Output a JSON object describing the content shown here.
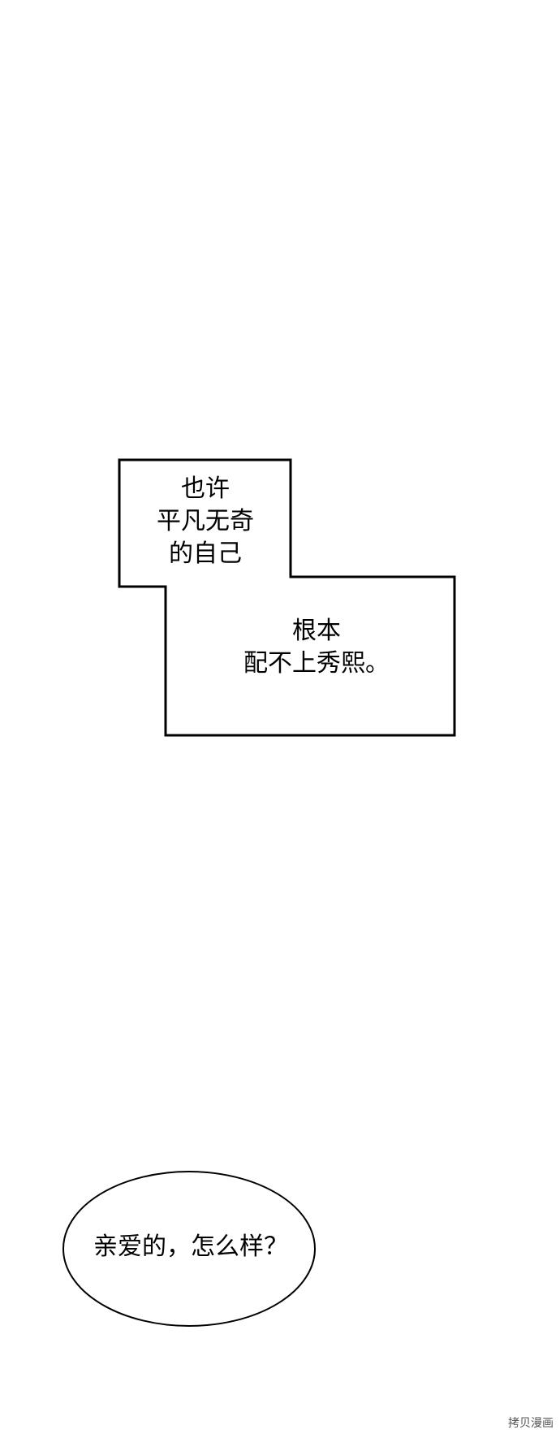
{
  "caption_box": {
    "first_text": "也许\n平凡无奇\n的自己",
    "second_text": "根本\n配不上秀熙。"
  },
  "speech_bubble": {
    "text": "亲爱的，怎么样？"
  },
  "watermark": {
    "text": "拷贝漫画"
  }
}
